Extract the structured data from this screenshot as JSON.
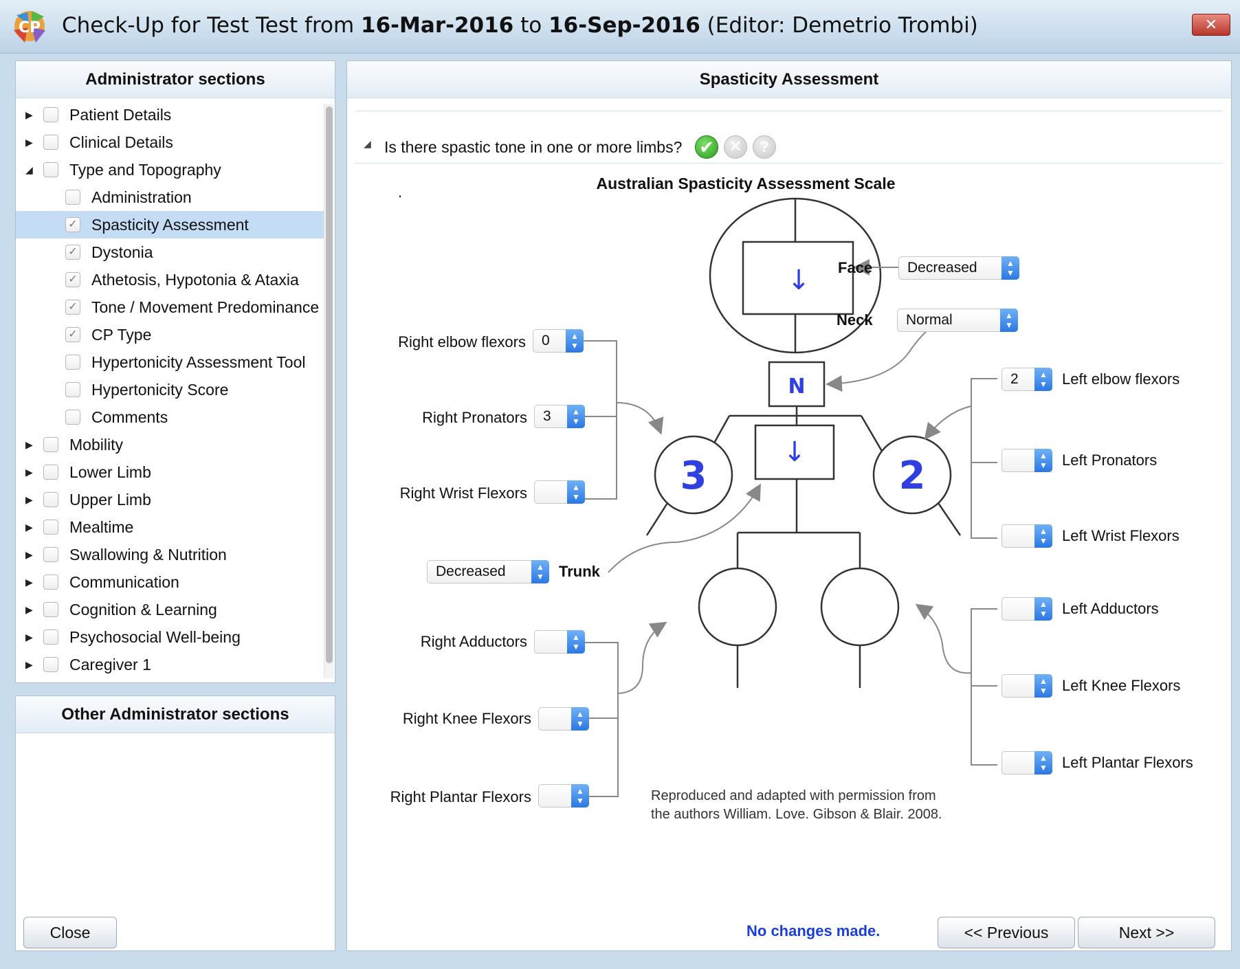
{
  "window": {
    "title_prefix": "Check-Up for Test Test from ",
    "title_from": "16-Mar-2016",
    "title_to_word": " to ",
    "title_to": "16-Sep-2016",
    "title_editor": " (Editor: Demetrio Trombi)",
    "close_label": "✕",
    "logo_text": "CP"
  },
  "sidebar": {
    "header": "Administrator sections",
    "other_header": "Other Administrator sections",
    "items": [
      {
        "label": "Patient Details",
        "level": 0,
        "expander": "▶",
        "checked": false
      },
      {
        "label": "Clinical Details",
        "level": 0,
        "expander": "▶",
        "checked": false
      },
      {
        "label": "Type and Topography",
        "level": 0,
        "expander": "◢",
        "checked": false
      },
      {
        "label": "Administration",
        "level": 1,
        "checked": false
      },
      {
        "label": "Spasticity Assessment",
        "level": 1,
        "checked": true,
        "selected": true
      },
      {
        "label": "Dystonia",
        "level": 1,
        "checked": true
      },
      {
        "label": "Athetosis, Hypotonia & Ataxia",
        "level": 1,
        "checked": true
      },
      {
        "label": "Tone / Movement Predominance",
        "level": 1,
        "checked": true
      },
      {
        "label": "CP Type",
        "level": 1,
        "checked": true
      },
      {
        "label": "Hypertonicity Assessment Tool",
        "level": 1,
        "checked": false
      },
      {
        "label": "Hypertonicity Score",
        "level": 1,
        "checked": false
      },
      {
        "label": "Comments",
        "level": 1,
        "checked": false
      },
      {
        "label": "Mobility",
        "level": 0,
        "expander": "▶",
        "checked": false
      },
      {
        "label": "Lower Limb",
        "level": 0,
        "expander": "▶",
        "checked": false
      },
      {
        "label": "Upper Limb",
        "level": 0,
        "expander": "▶",
        "checked": false
      },
      {
        "label": "Mealtime",
        "level": 0,
        "expander": "▶",
        "checked": false
      },
      {
        "label": "Swallowing & Nutrition",
        "level": 0,
        "expander": "▶",
        "checked": false
      },
      {
        "label": "Communication",
        "level": 0,
        "expander": "▶",
        "checked": false
      },
      {
        "label": "Cognition & Learning",
        "level": 0,
        "expander": "▶",
        "checked": false
      },
      {
        "label": "Psychosocial Well-being",
        "level": 0,
        "expander": "▶",
        "checked": false
      },
      {
        "label": "Caregiver 1",
        "level": 0,
        "expander": "▶",
        "checked": false
      }
    ]
  },
  "main": {
    "header": "Spasticity Assessment",
    "question": "Is there spastic tone in one or more limbs?",
    "question_icons": {
      "yes": "✔",
      "no": "✕",
      "unknown": "?"
    },
    "scale_title": "Australian Spasticity Assessment Scale",
    "dot": ".",
    "figure": {
      "head_arrow": "↓",
      "neck_letter": "N",
      "trunk_arrow": "↓",
      "right_arm_score": "3",
      "left_arm_score": "2"
    },
    "fields": {
      "face": {
        "label": "Face",
        "value": "Decreased"
      },
      "neck": {
        "label": "Neck",
        "value": "Normal"
      },
      "trunk": {
        "label": "Trunk",
        "value": "Decreased"
      },
      "right_elbow_flexors": {
        "label": "Right elbow flexors",
        "value": "0"
      },
      "right_pronators": {
        "label": "Right Pronators",
        "value": "3"
      },
      "right_wrist_flexors": {
        "label": "Right Wrist Flexors",
        "value": ""
      },
      "right_adductors": {
        "label": "Right Adductors",
        "value": ""
      },
      "right_knee_flexors": {
        "label": "Right Knee Flexors",
        "value": ""
      },
      "right_plantar_flexors": {
        "label": "Right Plantar Flexors",
        "value": ""
      },
      "left_elbow_flexors": {
        "label": "Left elbow flexors",
        "value": "2"
      },
      "left_pronators": {
        "label": "Left Pronators",
        "value": ""
      },
      "left_wrist_flexors": {
        "label": "Left Wrist Flexors",
        "value": ""
      },
      "left_adductors": {
        "label": "Left Adductors",
        "value": ""
      },
      "left_knee_flexors": {
        "label": "Left Knee Flexors",
        "value": ""
      },
      "left_plantar_flexors": {
        "label": "Left Plantar Flexors",
        "value": ""
      }
    },
    "credit_line1": "Reproduced and adapted with permission from",
    "credit_line2": "the authors William. Love. Gibson & Blair. 2008."
  },
  "footer": {
    "close": "Close",
    "status": "No changes made.",
    "previous": "<< Previous",
    "next": "Next >>"
  },
  "colors": {
    "accent": "#2b78e4",
    "selection": "#c5dcf5",
    "status_text": "#1a3fd6",
    "figure_blue": "#2f3fe0"
  }
}
